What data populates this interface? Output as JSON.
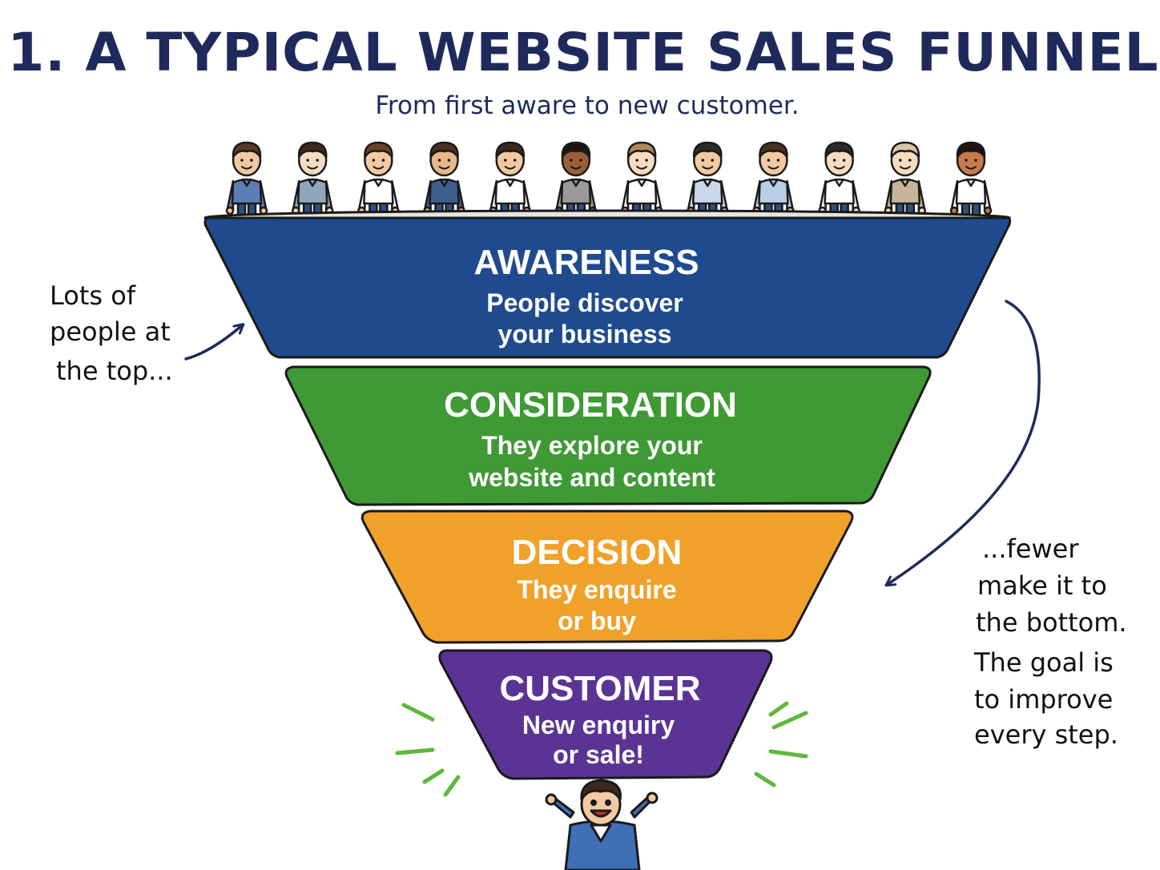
{
  "title": "1. A TYPICAL WEBSITE SALES FUNNEL",
  "subtitle": "From first aware to new customer.",
  "stages": [
    {
      "name": "AWARENESS",
      "line1": "People discover",
      "line2": "your business",
      "color": "#1f4b8e"
    },
    {
      "name": "CONSIDERATION",
      "line1": "They explore your",
      "line2": "website and content",
      "color": "#3f9a35"
    },
    {
      "name": "DECISION",
      "line1": "They enquire",
      "line2": "or buy",
      "color": "#f0a12a"
    },
    {
      "name": "CUSTOMER",
      "line1": "New enquiry",
      "line2": "or sale!",
      "color": "#5b3394"
    }
  ],
  "notes": {
    "left": [
      "Lots of",
      "people at",
      "the top..."
    ],
    "right": [
      "...fewer",
      "make it to",
      "the bottom.",
      "The goal is",
      "to improve",
      "every step."
    ]
  },
  "colors": {
    "ink": "#1f2a5c",
    "burst": "#5cb83c",
    "outline": "#1a1a1a"
  },
  "people": {
    "top_count": 12,
    "skin": [
      "#f2c9a0",
      "#f7dcc0",
      "#f2c9a0",
      "#e8b88a",
      "#f2c9a0",
      "#9a5f3a",
      "#f7dcc0",
      "#f2c9a0",
      "#f2c9a0",
      "#f7dcc0",
      "#f7dcc0",
      "#c97a4a"
    ],
    "shirt": [
      "#5b7fb5",
      "#8fa6bd",
      "#ffffff",
      "#3f5f8f",
      "#ffffff",
      "#9a9a9a",
      "#ffffff",
      "#c9d8ea",
      "#b8cfe6",
      "#ffffff",
      "#c8b49a",
      "#ffffff"
    ],
    "hair": [
      "#5a3a22",
      "#3b2a1c",
      "#6b4226",
      "#4a3020",
      "#3b2a1c",
      "#1e1410",
      "#b08a5a",
      "#2b2b2b",
      "#4a3020",
      "#2b2b2b",
      "#d8c8a8",
      "#1e1410"
    ]
  }
}
